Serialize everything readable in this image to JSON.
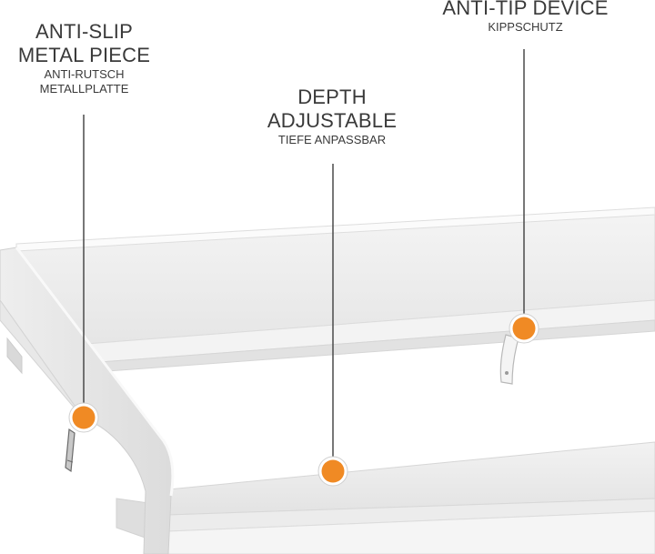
{
  "callouts": {
    "anti_slip": {
      "title_line1": "ANTI-SLIP",
      "title_line2": "METAL PIECE",
      "sub_line1": "ANTI-RUTSCH",
      "sub_line2": "METALLPLATTE"
    },
    "depth": {
      "title_line1": "DEPTH",
      "title_line2": "ADJUSTABLE",
      "sub_line1": "TIEFE ANPASSBAR"
    },
    "anti_tip": {
      "title_line1": "ANTI-TIP DEVICE",
      "sub_line1": "KIPPSCHUTZ"
    }
  },
  "colors": {
    "marker": "#f08a24",
    "marker_ring": "#ffffff",
    "leader_line": "#4a4a4a",
    "board_light": "#f7f7f7",
    "board_shade": "#e4e4e4"
  }
}
